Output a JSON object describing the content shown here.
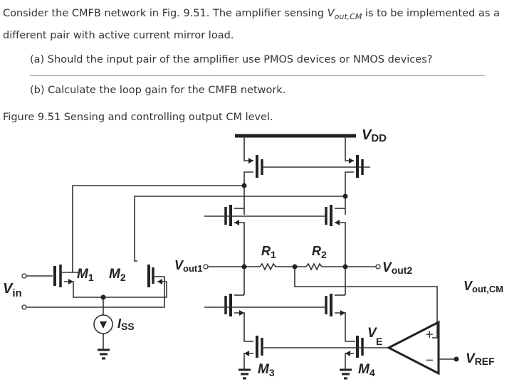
{
  "problem": {
    "intro_before": "Consider the CMFB network in Fig. 9.51. The amplifier sensing ",
    "intro_var": "V",
    "intro_var_sub": "out,CM",
    "intro_after": " is to be implemented as a different pair with active current mirror load.",
    "questions": [
      {
        "label": "(a) Should the input pair of the amplifier use PMOS devices or NMOS devices?"
      },
      {
        "label": "(b) Calculate the loop gain for the CMFB network."
      }
    ]
  },
  "figure": {
    "caption": "Figure 9.51 Sensing and controlling output CM level.",
    "labels": {
      "vdd_main": "V",
      "vdd_sub": "DD",
      "vin_main": "V",
      "vin_sub": "in",
      "m1_main": "M",
      "m1_sub": "1",
      "m2_main": "M",
      "m2_sub": "2",
      "m3_main": "M",
      "m3_sub": "3",
      "m4_main": "M",
      "m4_sub": "4",
      "r1_main": "R",
      "r1_sub": "1",
      "r2_main": "R",
      "r2_sub": "2",
      "vout1_main": "V",
      "vout1_sub": "out1",
      "vout2_main": "V",
      "vout2_sub": "out2",
      "voutcm_main": "V",
      "voutcm_sub": "out,CM",
      "iss_main": "I",
      "iss_sub": "SS",
      "ve_main": "V",
      "ve_sub": "E",
      "vref_main": "V",
      "vref_sub": "REF",
      "plus": "+",
      "minus": "−"
    }
  }
}
